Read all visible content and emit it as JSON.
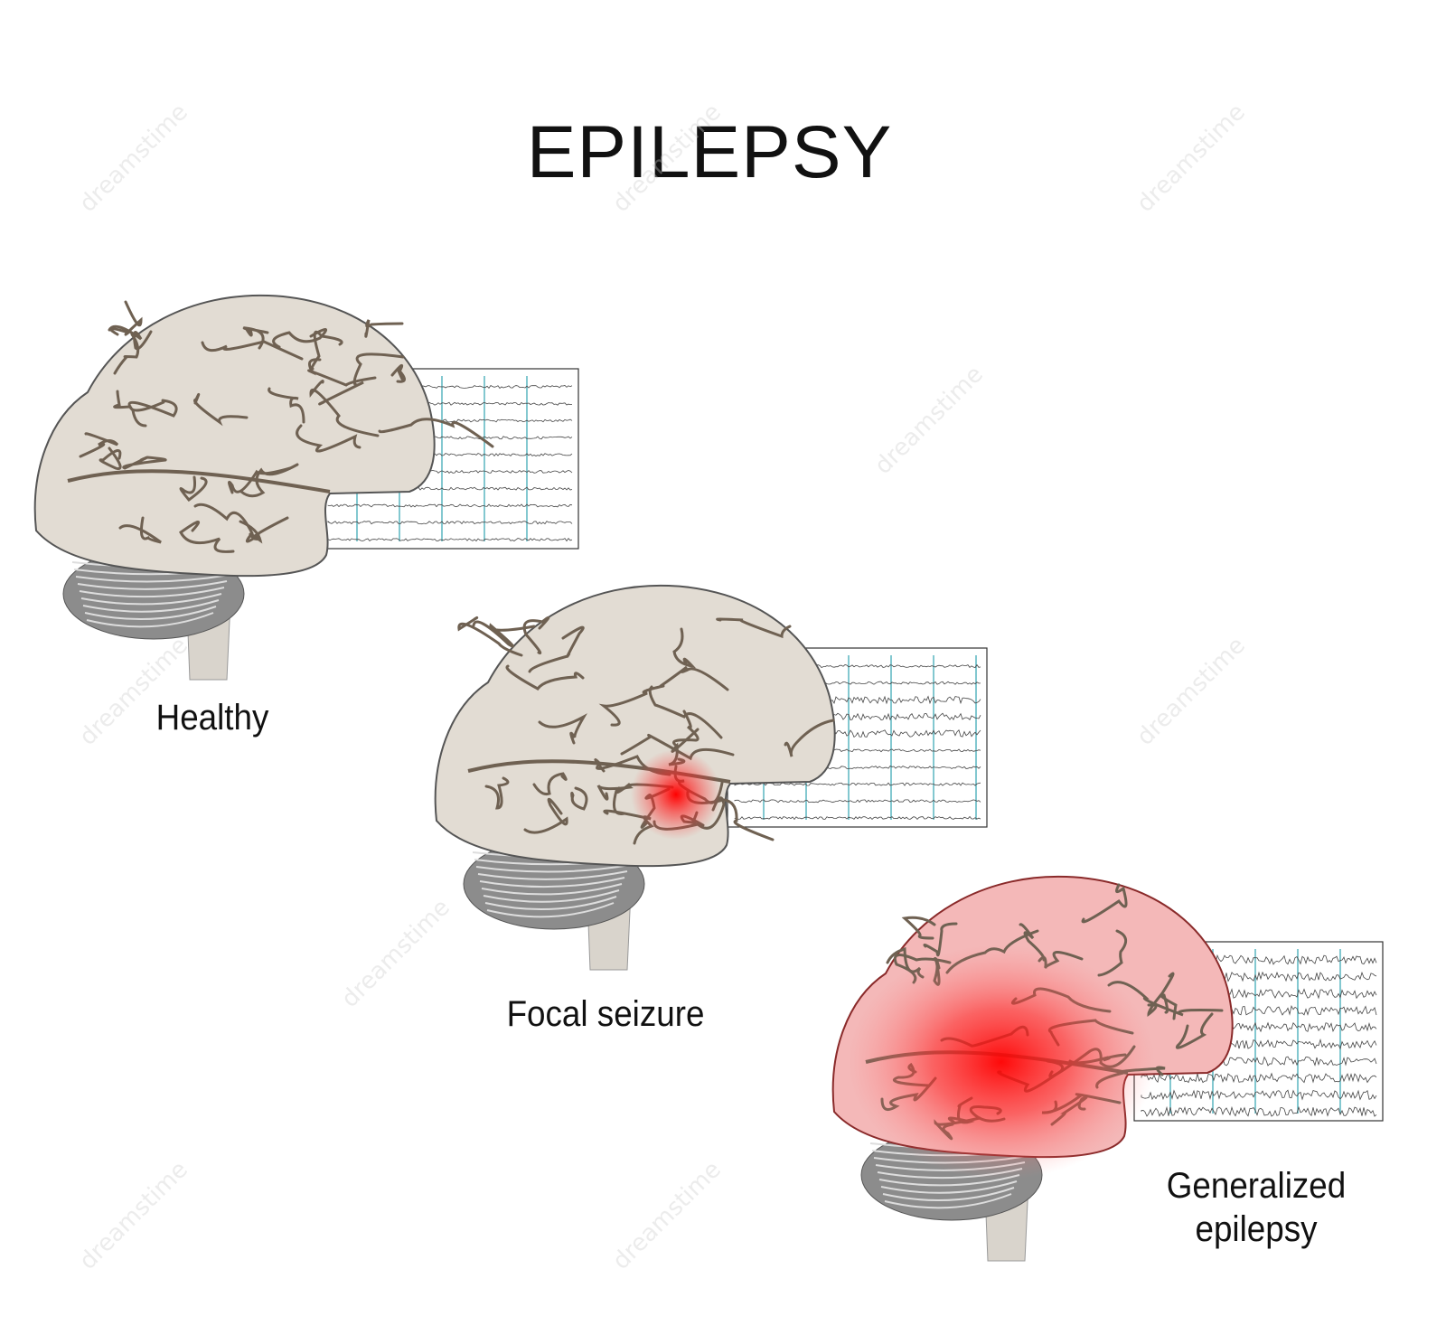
{
  "title": "EPILEPSY",
  "panels": [
    {
      "label": "Healthy"
    },
    {
      "label": "Focal seizure"
    },
    {
      "label": "Generalized epilepsy",
      "label_lines": [
        "Generalized",
        "epilepsy"
      ]
    }
  ],
  "watermark": "dreamstime",
  "colors": {
    "brain_fill": "#e2dcd3",
    "sulci": "#6f6152",
    "eeg_grid": "#5ab6c0",
    "seizure_red": "#ff1a1a",
    "cerebellum": "#8c8c8c",
    "brainstem": "#d9d4cc"
  }
}
